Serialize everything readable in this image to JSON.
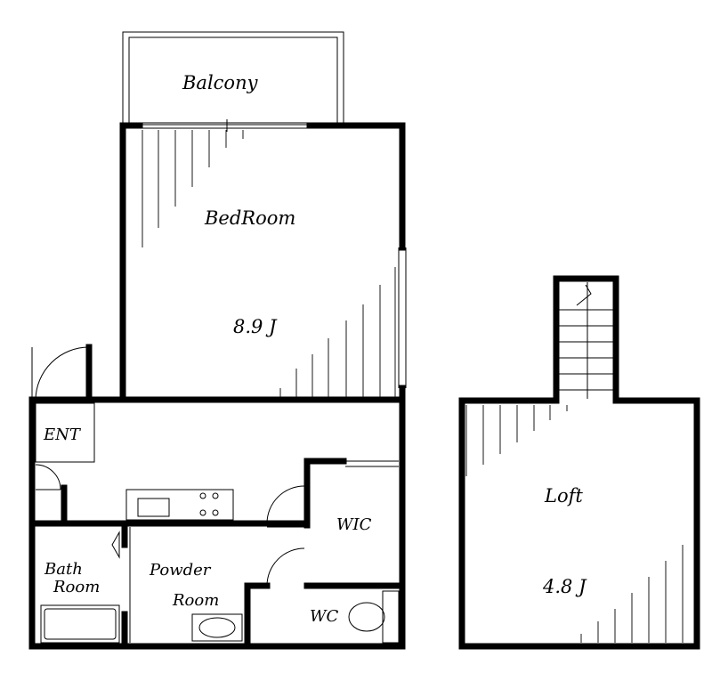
{
  "plan": {
    "rooms": {
      "balcony": "Balcony",
      "bedroom": "BedRoom",
      "bedroom_size": "8.9 J",
      "entrance": "ENT",
      "wic": "WIC",
      "bath_line1": "Bath",
      "bath_line2": "Room",
      "powder_line1": "Powder",
      "powder_line2": "Room",
      "wc": "WC",
      "loft": "Loft",
      "loft_size": "4.8 J"
    },
    "colors": {
      "wall": "#000000",
      "background": "#ffffff"
    }
  }
}
